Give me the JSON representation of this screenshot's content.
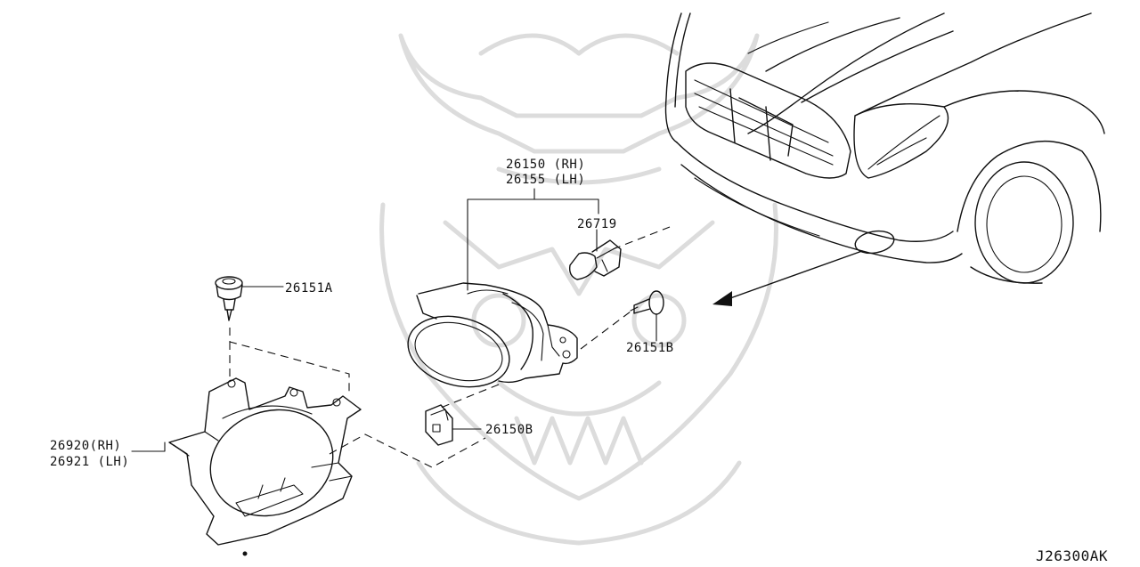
{
  "diagram_code": "J26300AK",
  "callouts": {
    "fog_lamp_rh": "26150 (RH)",
    "fog_lamp_lh": "26155 (LH)",
    "bulb": "26719",
    "clip_a": "26151A",
    "screw_b": "26151B",
    "socket": "26150B",
    "bracket_rh": "26920(RH)",
    "bracket_lh": "26921 (LH)"
  }
}
